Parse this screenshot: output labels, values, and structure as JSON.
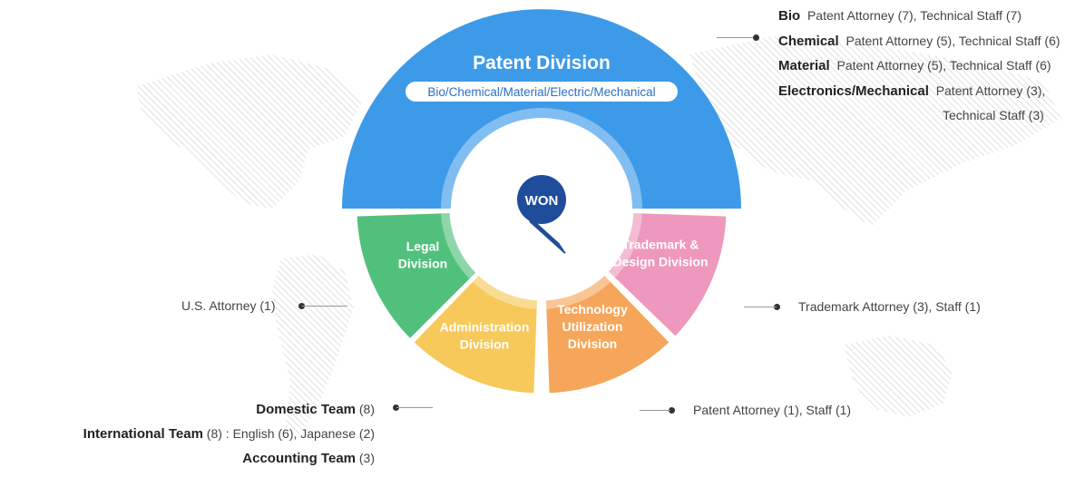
{
  "center": {
    "logo_text": "WON",
    "top_division": {
      "title": "Patent Division",
      "subtitle": "Bio/Chemical/Material/Electric/Mechanical",
      "color": "#3d9ae8"
    },
    "segments": [
      {
        "id": "legal",
        "lines": [
          "Legal",
          "Division"
        ],
        "color": "#52c07d"
      },
      {
        "id": "admin",
        "lines": [
          "Administration",
          "Division"
        ],
        "color": "#f6c95a"
      },
      {
        "id": "tech",
        "lines": [
          "Technology",
          "Utilization",
          "Division"
        ],
        "color": "#f6a65a"
      },
      {
        "id": "trademark",
        "lines": [
          "Trademark &",
          "Design Division"
        ],
        "color": "#ee98bd"
      }
    ]
  },
  "patent_details": [
    {
      "field": "Bio",
      "detail": "Patent Attorney (7), Technical Staff (7)"
    },
    {
      "field": "Chemical",
      "detail": "Patent Attorney (5), Technical Staff (6)"
    },
    {
      "field": "Material",
      "detail": "Patent Attorney (5), Technical Staff (6)"
    },
    {
      "field": "Electronics/Mechanical",
      "detail": "Patent Attorney (3),",
      "detail2": "Technical Staff (3)"
    }
  ],
  "legal_detail": "U.S. Attorney (1)",
  "trademark_detail": "Trademark  Attorney (3), Staff (1)",
  "tech_detail": "Patent Attorney (1), Staff (1)",
  "admin_details": [
    {
      "team": "Domestic Team",
      "detail": " (8)"
    },
    {
      "team": "International Team",
      "detail": " (8) : English (6), Japanese (2)"
    },
    {
      "team": "Accounting Team",
      "detail": " (3)"
    }
  ]
}
